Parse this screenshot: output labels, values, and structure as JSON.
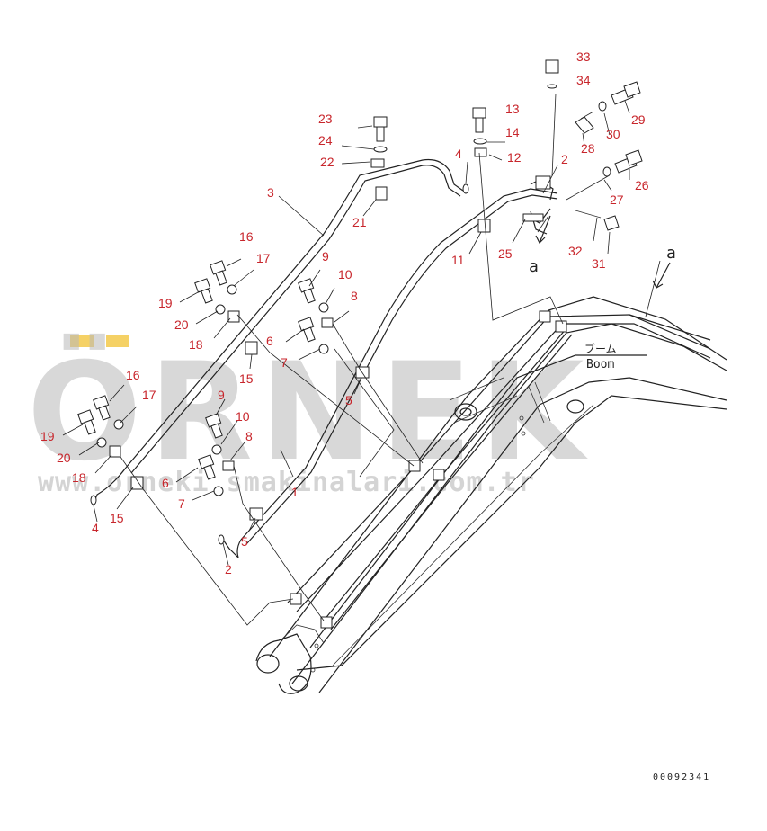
{
  "callouts": [
    {
      "id": "c33",
      "text": "33"
    },
    {
      "id": "c34",
      "text": "34"
    },
    {
      "id": "c29",
      "text": "29"
    },
    {
      "id": "c30",
      "text": "30"
    },
    {
      "id": "c28",
      "text": "28"
    },
    {
      "id": "c2a",
      "text": "2"
    },
    {
      "id": "c26",
      "text": "26"
    },
    {
      "id": "c27",
      "text": "27"
    },
    {
      "id": "c32",
      "text": "32"
    },
    {
      "id": "c31",
      "text": "31"
    },
    {
      "id": "c25",
      "text": "25"
    },
    {
      "id": "c13",
      "text": "13"
    },
    {
      "id": "c14",
      "text": "14"
    },
    {
      "id": "c12",
      "text": "12"
    },
    {
      "id": "c4a",
      "text": "4"
    },
    {
      "id": "c11",
      "text": "11"
    },
    {
      "id": "c23",
      "text": "23"
    },
    {
      "id": "c24",
      "text": "24"
    },
    {
      "id": "c22",
      "text": "22"
    },
    {
      "id": "c21",
      "text": "21"
    },
    {
      "id": "c3",
      "text": "3"
    },
    {
      "id": "c16a",
      "text": "16"
    },
    {
      "id": "c17a",
      "text": "17"
    },
    {
      "id": "c19a",
      "text": "19"
    },
    {
      "id": "c20a",
      "text": "20"
    },
    {
      "id": "c18a",
      "text": "18"
    },
    {
      "id": "c9a",
      "text": "9"
    },
    {
      "id": "c10a",
      "text": "10"
    },
    {
      "id": "c8a",
      "text": "8"
    },
    {
      "id": "c6a",
      "text": "6"
    },
    {
      "id": "c7a",
      "text": "7"
    },
    {
      "id": "c15a",
      "text": "15"
    },
    {
      "id": "c5a",
      "text": "5"
    },
    {
      "id": "c16b",
      "text": "16"
    },
    {
      "id": "c17b",
      "text": "17"
    },
    {
      "id": "c19b",
      "text": "19"
    },
    {
      "id": "c20b",
      "text": "20"
    },
    {
      "id": "c18b",
      "text": "18"
    },
    {
      "id": "c9b",
      "text": "9"
    },
    {
      "id": "c10b",
      "text": "10"
    },
    {
      "id": "c8b",
      "text": "8"
    },
    {
      "id": "c6b",
      "text": "6"
    },
    {
      "id": "c7b",
      "text": "7"
    },
    {
      "id": "c15b",
      "text": "15"
    },
    {
      "id": "c4b",
      "text": "4"
    },
    {
      "id": "c5b",
      "text": "5"
    },
    {
      "id": "c2b",
      "text": "2"
    },
    {
      "id": "c1",
      "text": "1"
    }
  ],
  "view_marks": {
    "a_top": "a",
    "a_right": "a"
  },
  "boom_label_jp": "ブーム",
  "boom_label_en": "Boom",
  "serial_number": "00092341",
  "watermark": {
    "brand": "ÖRNEK",
    "url": "www.orneki smakinalari.com.tr"
  },
  "colors": {
    "callout": "#c8262c",
    "line": "#222222",
    "watermark": "#b9b9b9",
    "watermark_accent": "#f1c232"
  }
}
